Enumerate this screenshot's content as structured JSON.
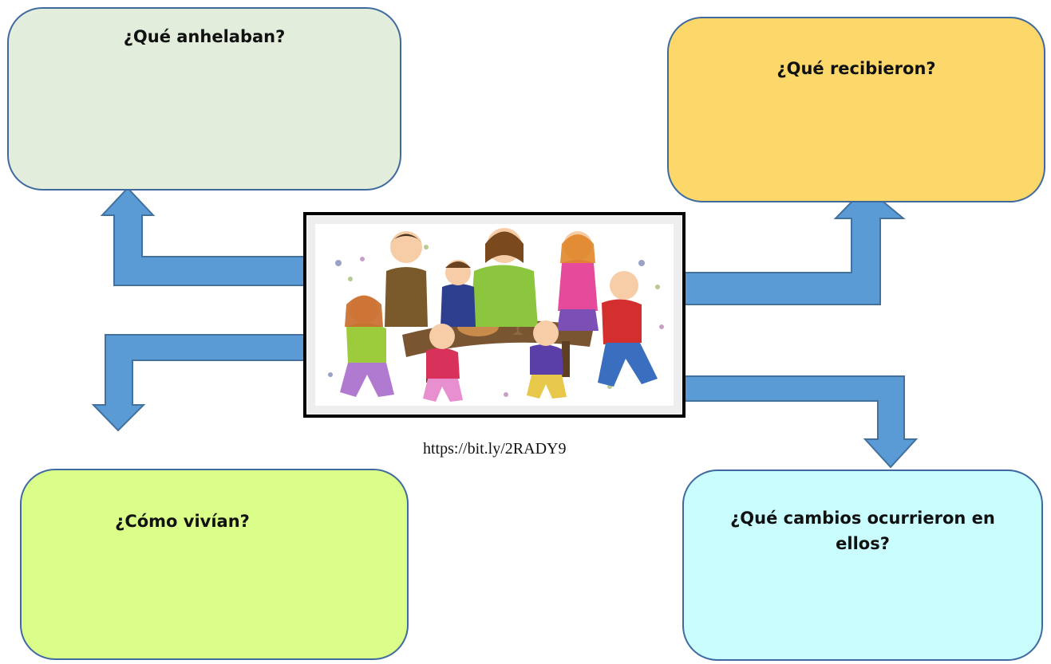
{
  "questions": {
    "top_left": "¿Qué anhelaban?",
    "top_right": "¿Qué recibieron?",
    "bottom_left": "¿Cómo vivían?",
    "bottom_right": "¿Qué cambios ocurrieron en ellos?"
  },
  "image": {
    "caption_link": "https://bit.ly/2RADY9",
    "subject": "illustration of Jesus and children sharing bread around a table"
  },
  "colors": {
    "arrow_fill": "#5b9bd5",
    "arrow_stroke": "#41719c",
    "card_border": "#3f6aa0",
    "card_top_left": "#e3eddb",
    "card_top_right": "#fcd86a",
    "card_bottom_left": "#dbfd8a",
    "card_bottom_right": "#c9fdfe"
  }
}
